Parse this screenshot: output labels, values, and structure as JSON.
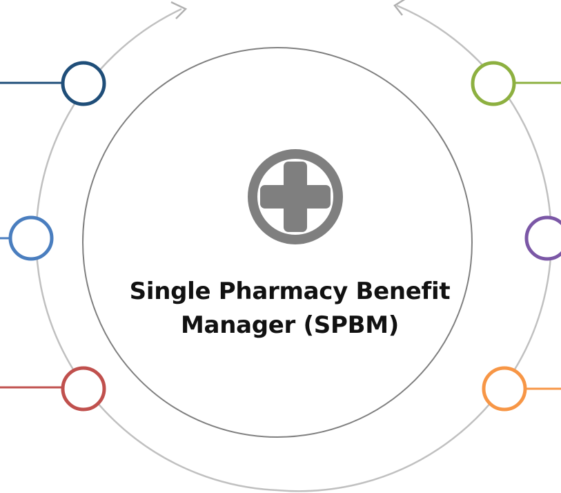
{
  "center": {
    "title_line1": "Single Pharmacy Benefit",
    "title_line2": "Manager (SPBM)",
    "icon": "medical-cross-icon",
    "icon_color": "#7f7f7f"
  },
  "colors": {
    "outer_ring": "#c0c0c0",
    "inner_circle": "#7f7f7f"
  },
  "nodes": [
    {
      "name": "node-left-top",
      "color": "#1f4e79"
    },
    {
      "name": "node-left-middle",
      "color": "#4a7ebf"
    },
    {
      "name": "node-left-bottom",
      "color": "#c0504d"
    },
    {
      "name": "node-right-top",
      "color": "#8db040"
    },
    {
      "name": "node-right-middle",
      "color": "#7b57a6"
    },
    {
      "name": "node-right-bottom",
      "color": "#f79646"
    }
  ]
}
